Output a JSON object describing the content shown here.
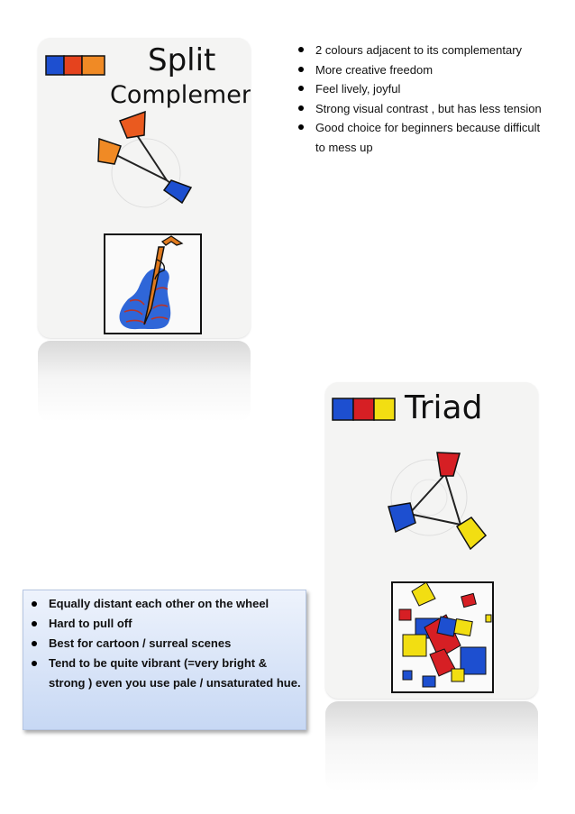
{
  "split_complementary": {
    "title_line1": "Split",
    "title_line2": "Complementary",
    "swatch_colors": [
      "#1d4fd0",
      "#e5431e",
      "#f08a25"
    ],
    "notes": [
      "2 colours adjacent to its complementary",
      "More creative freedom",
      "Feel lively, joyful",
      "Strong visual contrast , but has less tension",
      "Good choice for beginners because difficult to mess up"
    ]
  },
  "triad": {
    "title": "Triad",
    "swatch_colors": [
      "#1d4fd0",
      "#d61f24",
      "#f2de12"
    ],
    "notes": [
      "Equally distant each other on the wheel",
      "Hard to pull off",
      "Best for cartoon / surreal scenes",
      "Tend to be quite vibrant (=very bright & strong ) even you use pale / unsaturated hue."
    ]
  }
}
